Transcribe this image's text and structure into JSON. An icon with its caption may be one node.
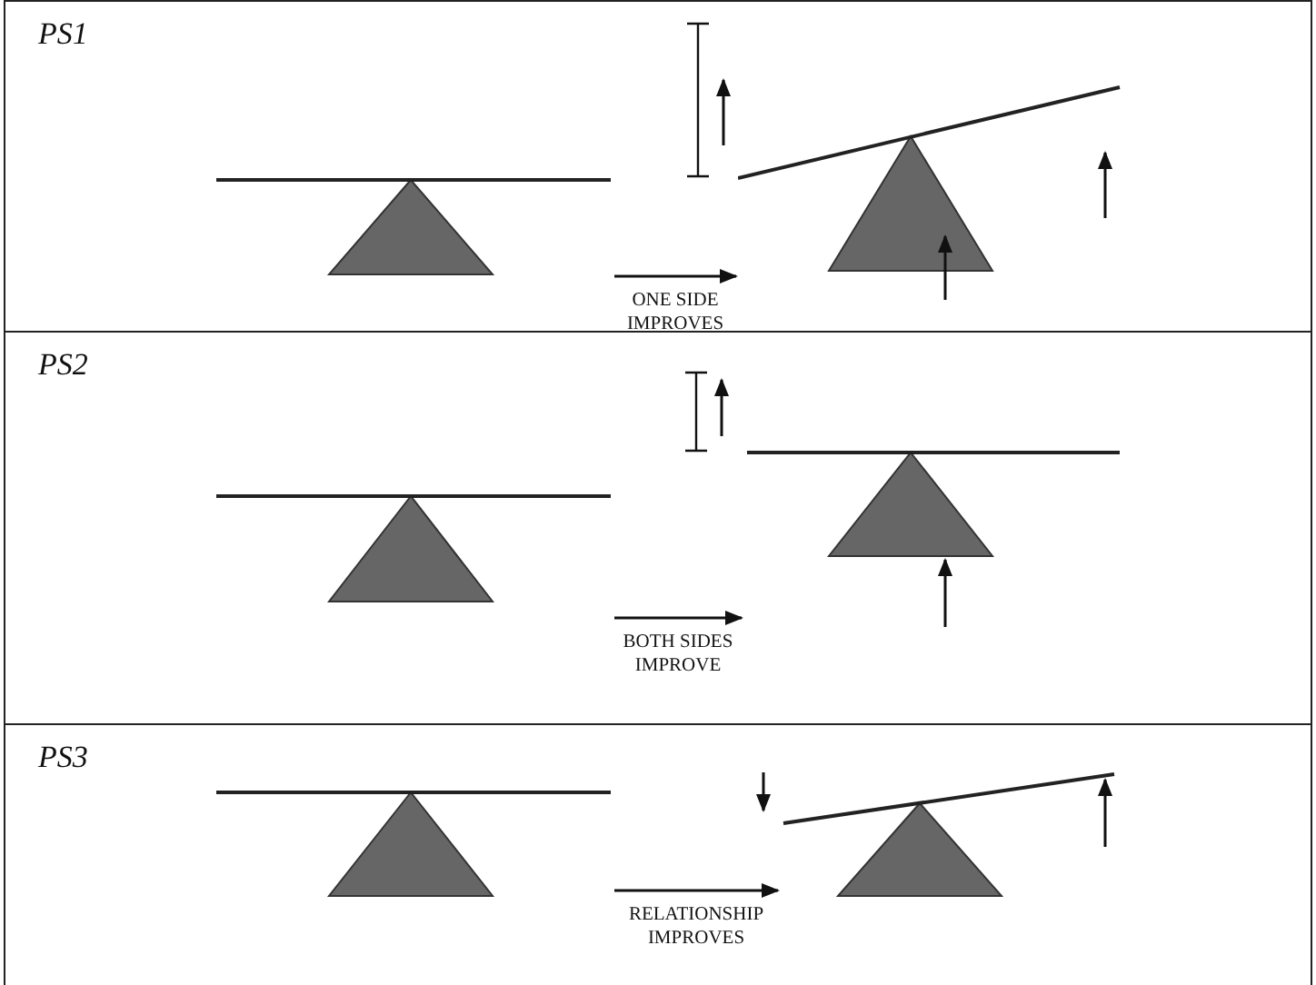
{
  "diagram": {
    "nodes": [
      {
        "text": [
          "PS1"
        ]
      },
      {
        "text": [],
        "shape": "picture",
        "in": 0
      },
      {
        "text": [],
        "shape": "picture",
        "in": 0
      },
      {
        "text": [
          "PS2"
        ]
      },
      {
        "text": [],
        "shape": "picture",
        "in": 3
      },
      {
        "text": [],
        "shape": "picture",
        "in": 3
      },
      {
        "text": [
          "PS3"
        ]
      },
      {
        "text": [],
        "shape": "picture",
        "in": 6
      },
      {
        "text": [],
        "shape": "picture",
        "in": 6
      }
    ],
    "edges": [
      {
        "from": 1,
        "to": 2,
        "arrow": "to",
        "label": "ONE SIDE IMPROVES"
      },
      {
        "from": 4,
        "to": 5,
        "arrow": "to",
        "label": "BOTH SIDES IMPROVE"
      },
      {
        "from": 7,
        "to": 8,
        "arrow": "to",
        "label": "RELATIONSHIP IMPROVES"
      }
    ]
  }
}
